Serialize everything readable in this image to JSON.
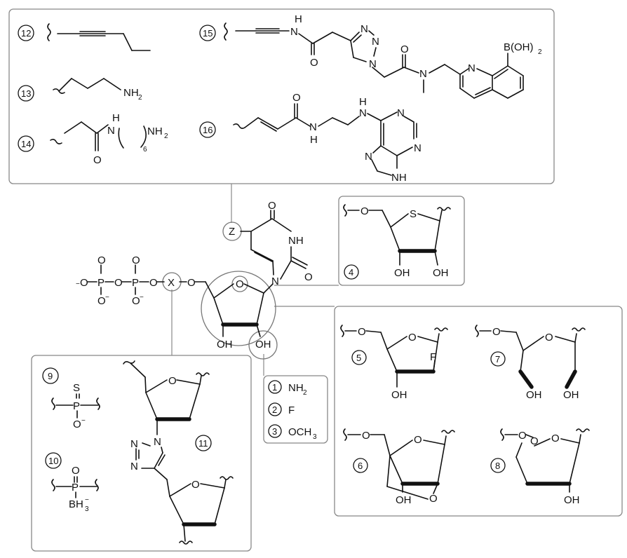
{
  "labels": {
    "n12": "12",
    "n13": "13",
    "n14": "14",
    "n15": "15",
    "n16": "16",
    "n1": "1",
    "n2": "2",
    "n3": "3",
    "n4": "4",
    "n5": "5",
    "n6": "6",
    "n7": "7",
    "n8": "8",
    "n9": "9",
    "n10": "10",
    "n11": "11"
  },
  "atoms": {
    "H": "H",
    "N": "N",
    "O": "O",
    "S": "S",
    "P": "P",
    "F": "F",
    "OH": "OH",
    "NH": "NH",
    "NH2": "NH",
    "sub2": "2",
    "sub6": "6",
    "BOH2": "B(OH)",
    "BH3": "BH",
    "sub3": "3",
    "minus": "−",
    "O_minus": "O",
    "X": "X",
    "Z": "Z",
    "OCH3": "OCH",
    "ring_O": "O"
  }
}
